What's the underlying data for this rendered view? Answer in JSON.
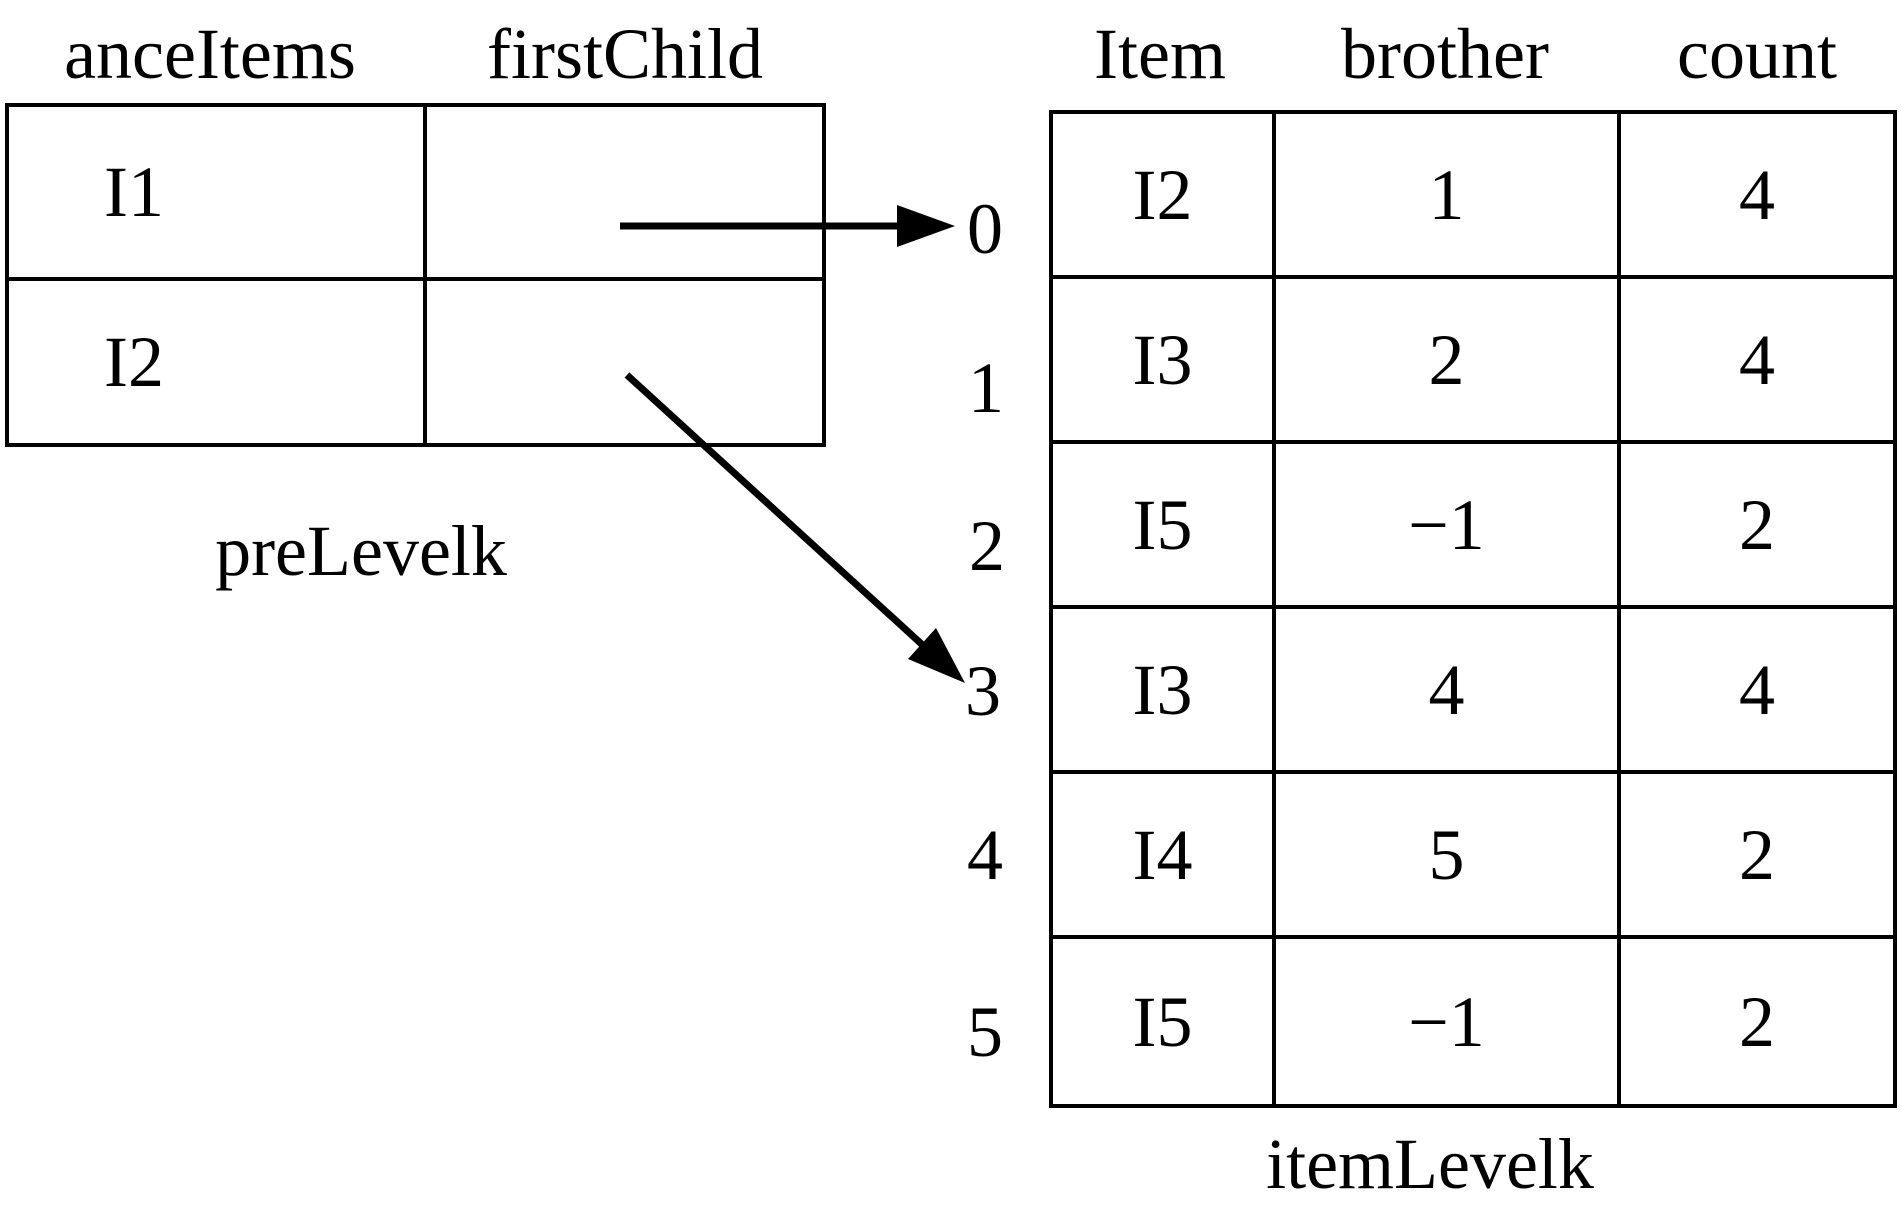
{
  "figure": {
    "background": "#ffffff",
    "ink": "#000000"
  },
  "left_table": {
    "caption": "preLevelk",
    "headers": [
      "anceItems",
      "firstChild"
    ],
    "rows": [
      {
        "anceItems": "I1",
        "firstChild": ""
      },
      {
        "anceItems": "I2",
        "firstChild": ""
      }
    ]
  },
  "right_table": {
    "caption": "itemLevelk",
    "headers": [
      "Item",
      "brother",
      "count"
    ],
    "row_indices": [
      "0",
      "1",
      "2",
      "3",
      "4",
      "5"
    ],
    "rows": [
      {
        "item": "I2",
        "brother": "1",
        "count": "4"
      },
      {
        "item": "I3",
        "brother": "2",
        "count": "4"
      },
      {
        "item": "I5",
        "brother": "−1",
        "count": "2"
      },
      {
        "item": "I3",
        "brother": "4",
        "count": "4"
      },
      {
        "item": "I4",
        "brother": "5",
        "count": "2"
      },
      {
        "item": "I5",
        "brother": "−1",
        "count": "2"
      }
    ]
  },
  "arrows": [
    {
      "from": "preLevelk I1 firstChild cell",
      "to": "itemLevelk row 0"
    },
    {
      "from": "preLevelk I2 firstChild cell",
      "to": "itemLevelk row 3"
    }
  ]
}
